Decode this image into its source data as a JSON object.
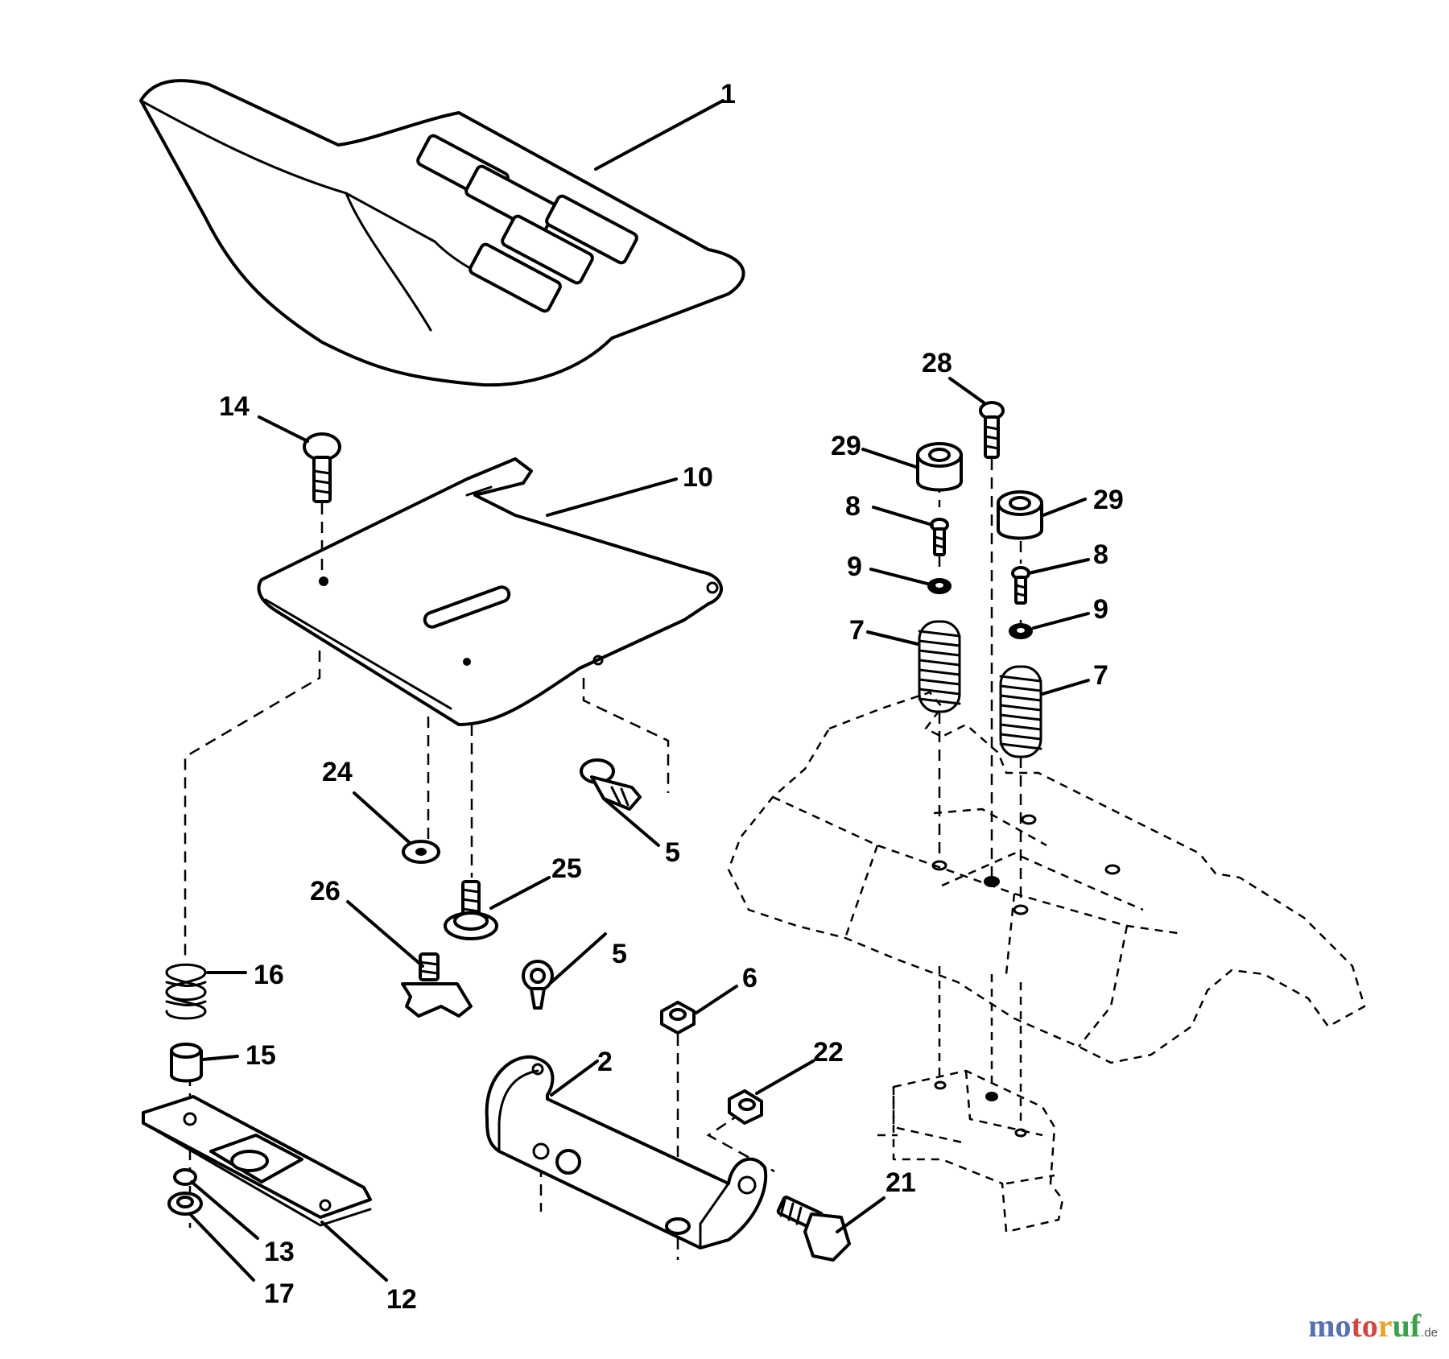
{
  "callouts": {
    "c1": "1",
    "c2": "2",
    "c5a": "5",
    "c5b": "5",
    "c6": "6",
    "c7a": "7",
    "c7b": "7",
    "c8a": "8",
    "c8b": "8",
    "c9a": "9",
    "c9b": "9",
    "c10": "10",
    "c12": "12",
    "c13": "13",
    "c14": "14",
    "c15": "15",
    "c16": "16",
    "c17": "17",
    "c21": "21",
    "c22": "22",
    "c24": "24",
    "c25": "25",
    "c26": "26",
    "c28": "28",
    "c29a": "29",
    "c29b": "29"
  },
  "watermark": {
    "p1": "mo",
    "p2": "to",
    "p3": "r",
    "p4": "uf",
    "suffix": ".de"
  },
  "colors": {
    "ink": "#000000",
    "background": "#ffffff"
  }
}
